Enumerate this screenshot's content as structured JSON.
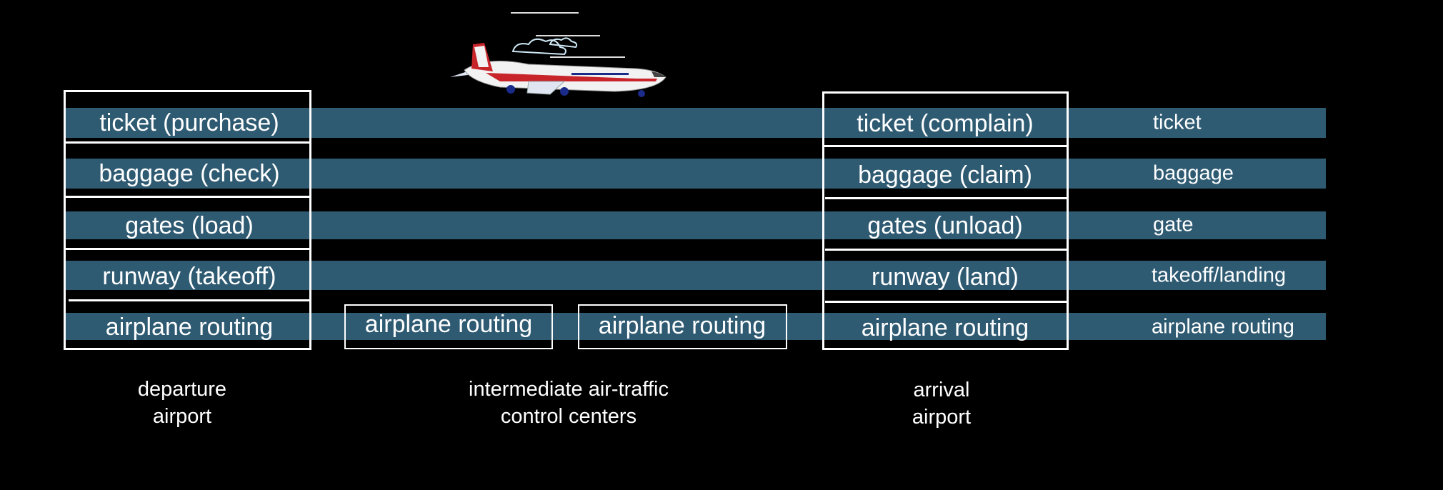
{
  "departure": {
    "layers": [
      "ticket (purchase)",
      "baggage (check)",
      "gates (load)",
      "runway (takeoff)",
      "airplane routing"
    ],
    "caption_line1": "departure",
    "caption_line2": "airport"
  },
  "intermediate": {
    "boxes": [
      "airplane routing",
      "airplane routing"
    ],
    "caption_line1": "intermediate air-traffic",
    "caption_line2": "control centers"
  },
  "arrival": {
    "layers": [
      "ticket (complain)",
      "baggage (claim)",
      "gates (unload)",
      "runway (land)",
      "airplane routing"
    ],
    "caption_line1": "arrival",
    "caption_line2": "airport"
  },
  "layer_names": [
    "ticket",
    "baggage",
    "gate",
    "takeoff/landing",
    "airplane routing"
  ],
  "colors": {
    "band": "#2e5a72",
    "background": "#000000",
    "text": "#ffffff"
  },
  "icons": {
    "airplane": "airplane-icon"
  }
}
